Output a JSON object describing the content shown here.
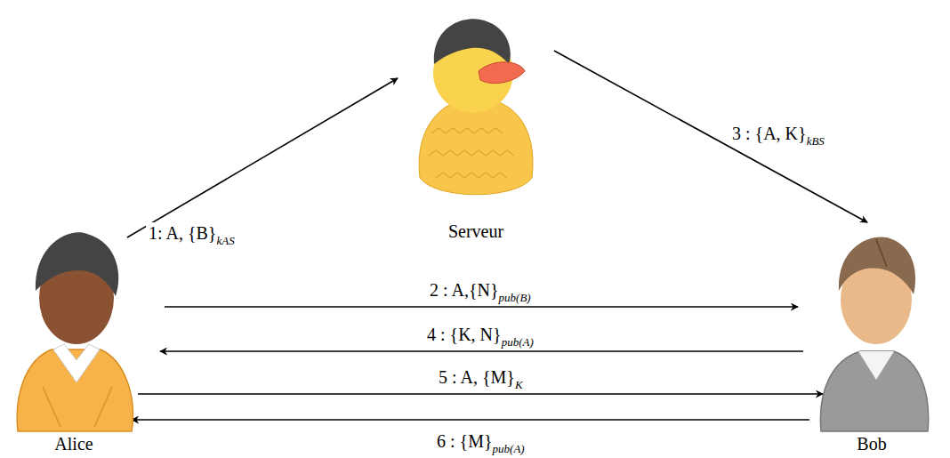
{
  "diagram": {
    "nodes": [
      {
        "text": [
          "Alice"
        ]
      },
      {
        "text": [
          "Serveur"
        ]
      },
      {
        "text": [
          "Bob"
        ]
      }
    ],
    "edges": [
      {
        "from": 0,
        "to": 1,
        "arrow": "to",
        "label": "1: A, {B}"
      },
      {
        "from": 1,
        "to": 2,
        "arrow": "to",
        "label": "3 : {A, K}"
      },
      {
        "from": 0,
        "to": 2,
        "arrow": "to",
        "label": "2 : A,{N}"
      },
      {
        "from": 2,
        "to": 0,
        "arrow": "to",
        "label": "4 : {K, N}"
      },
      {
        "from": 0,
        "to": 2,
        "arrow": "to",
        "label": "5 : A, {M}"
      },
      {
        "from": 2,
        "to": 0,
        "arrow": "to",
        "label": "6 : {M}"
      }
    ],
    "labels": [
      "kAS",
      "kBS",
      "pub(B)",
      "pub(A)",
      "K",
      "pub(A)"
    ]
  }
}
